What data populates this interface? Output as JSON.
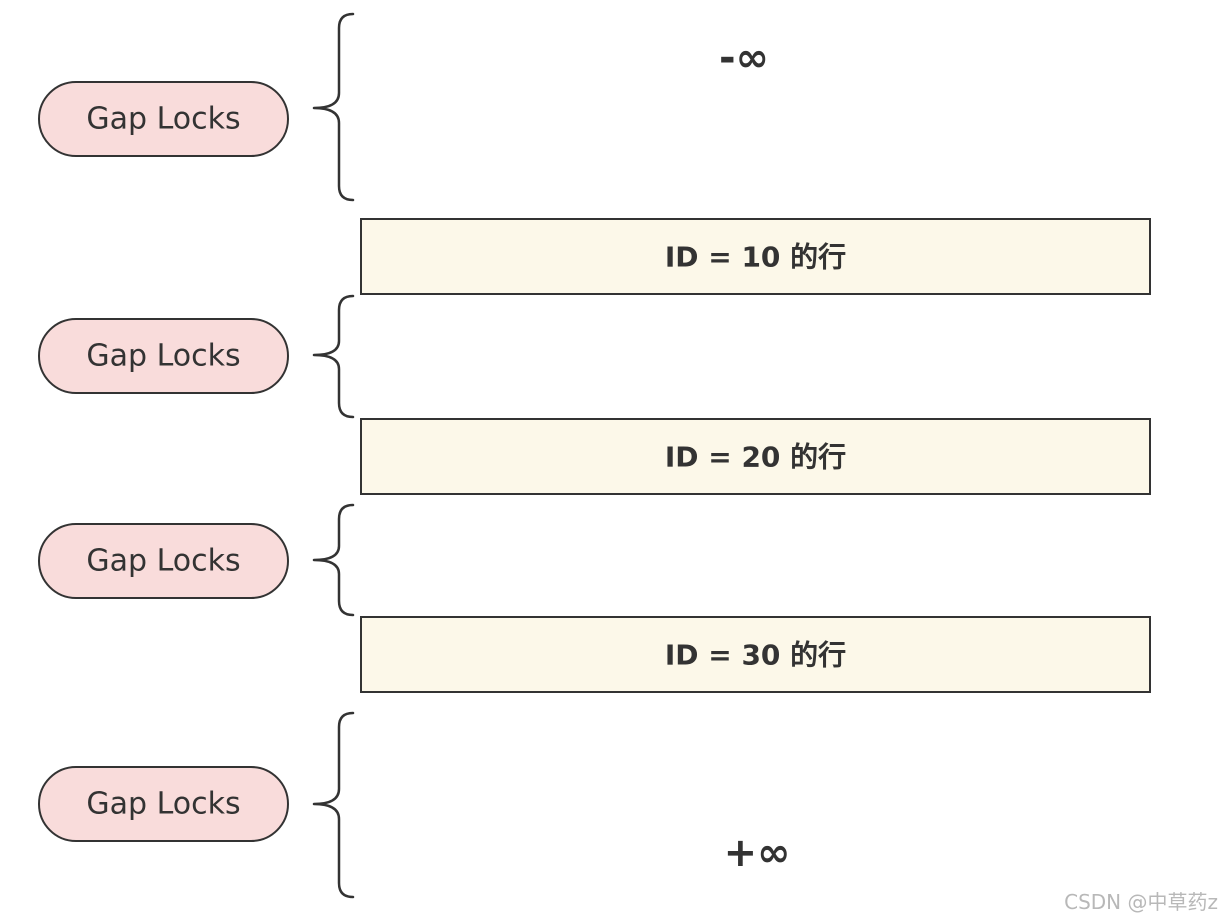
{
  "colors": {
    "gap_fill": "#f9dcdb",
    "row_fill": "#fcf8e9",
    "stroke": "#333333"
  },
  "gap_locks": [
    {
      "label": "Gap Locks"
    },
    {
      "label": "Gap Locks"
    },
    {
      "label": "Gap Locks"
    },
    {
      "label": "Gap Locks"
    }
  ],
  "rows": [
    {
      "label": "ID = 10 的行"
    },
    {
      "label": "ID = 20 的行"
    },
    {
      "label": "ID = 30 的行"
    }
  ],
  "bounds": {
    "negative_infinity": "-∞",
    "positive_infinity": "+∞"
  },
  "watermark": "CSDN @中草药z"
}
